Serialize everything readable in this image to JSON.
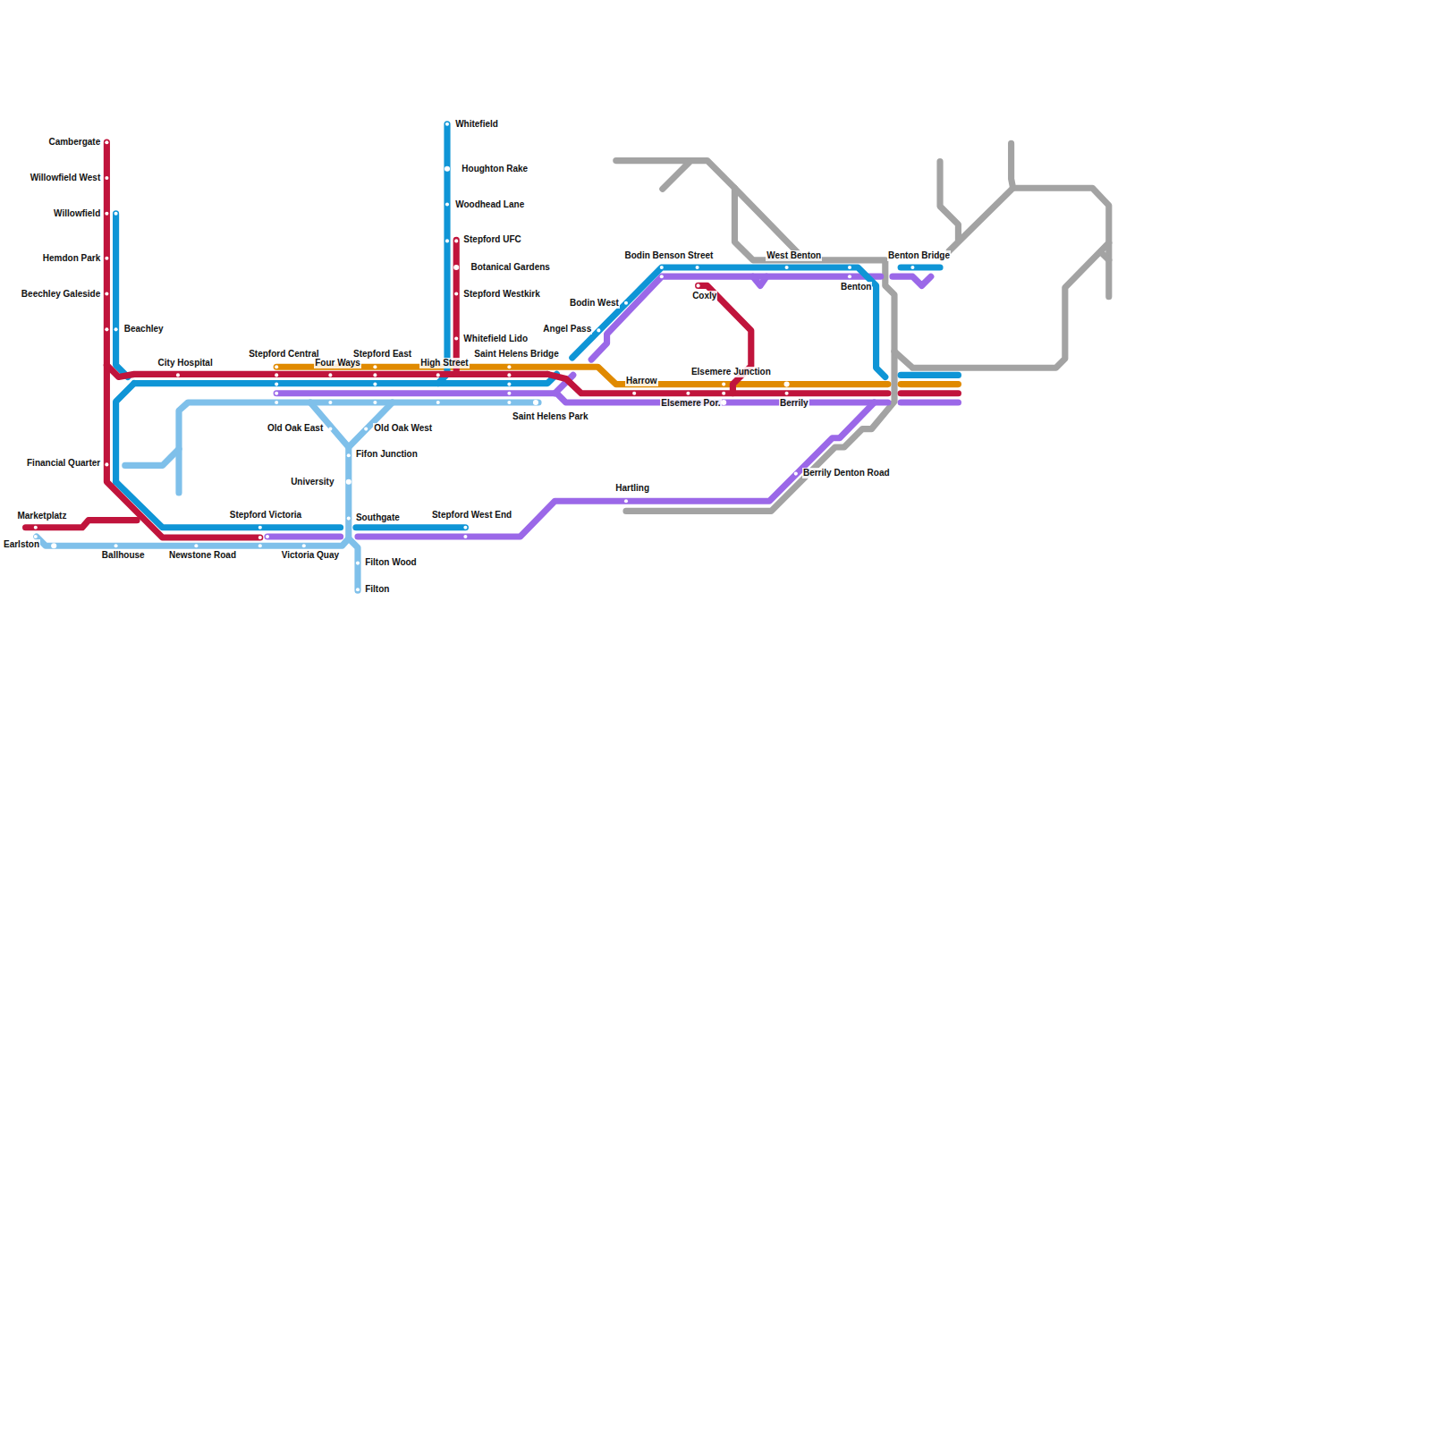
{
  "diagram": {
    "labels": [
      "Cambergate",
      "Willowfield West",
      "Willowfield",
      "Hemdon Park",
      "Beechley Galeside",
      "Beachley",
      "City Hospital",
      "Stepford Central",
      "Four Ways",
      "Stepford East",
      "High Street",
      "Saint Helens Bridge",
      "Whitefield",
      "Houghton Rake",
      "Woodhead Lane",
      "Stepford UFC",
      "Botanical Gardens",
      "Stepford Westkirk",
      "Whitefield Lido",
      "Bodin Benson Street",
      "West Benton",
      "Benton Bridge",
      "Benton",
      "Coxly",
      "Bodin West",
      "Angel Pass",
      "Harrow",
      "Elsemere Junction",
      "Elsemere Por.",
      "Berrily",
      "Saint Helens Park",
      "Old Oak East",
      "Old Oak West",
      "Fifon Junction",
      "University",
      "Southgate",
      "Stepford West End",
      "Hartling",
      "Berrily Denton Road",
      "Financial Quarter",
      "Marketplatz",
      "Earlston",
      "Stepford Victoria",
      "Ballhouse",
      "Newstone Road",
      "Victoria Quay",
      "Filton Wood",
      "Filton"
    ]
  }
}
